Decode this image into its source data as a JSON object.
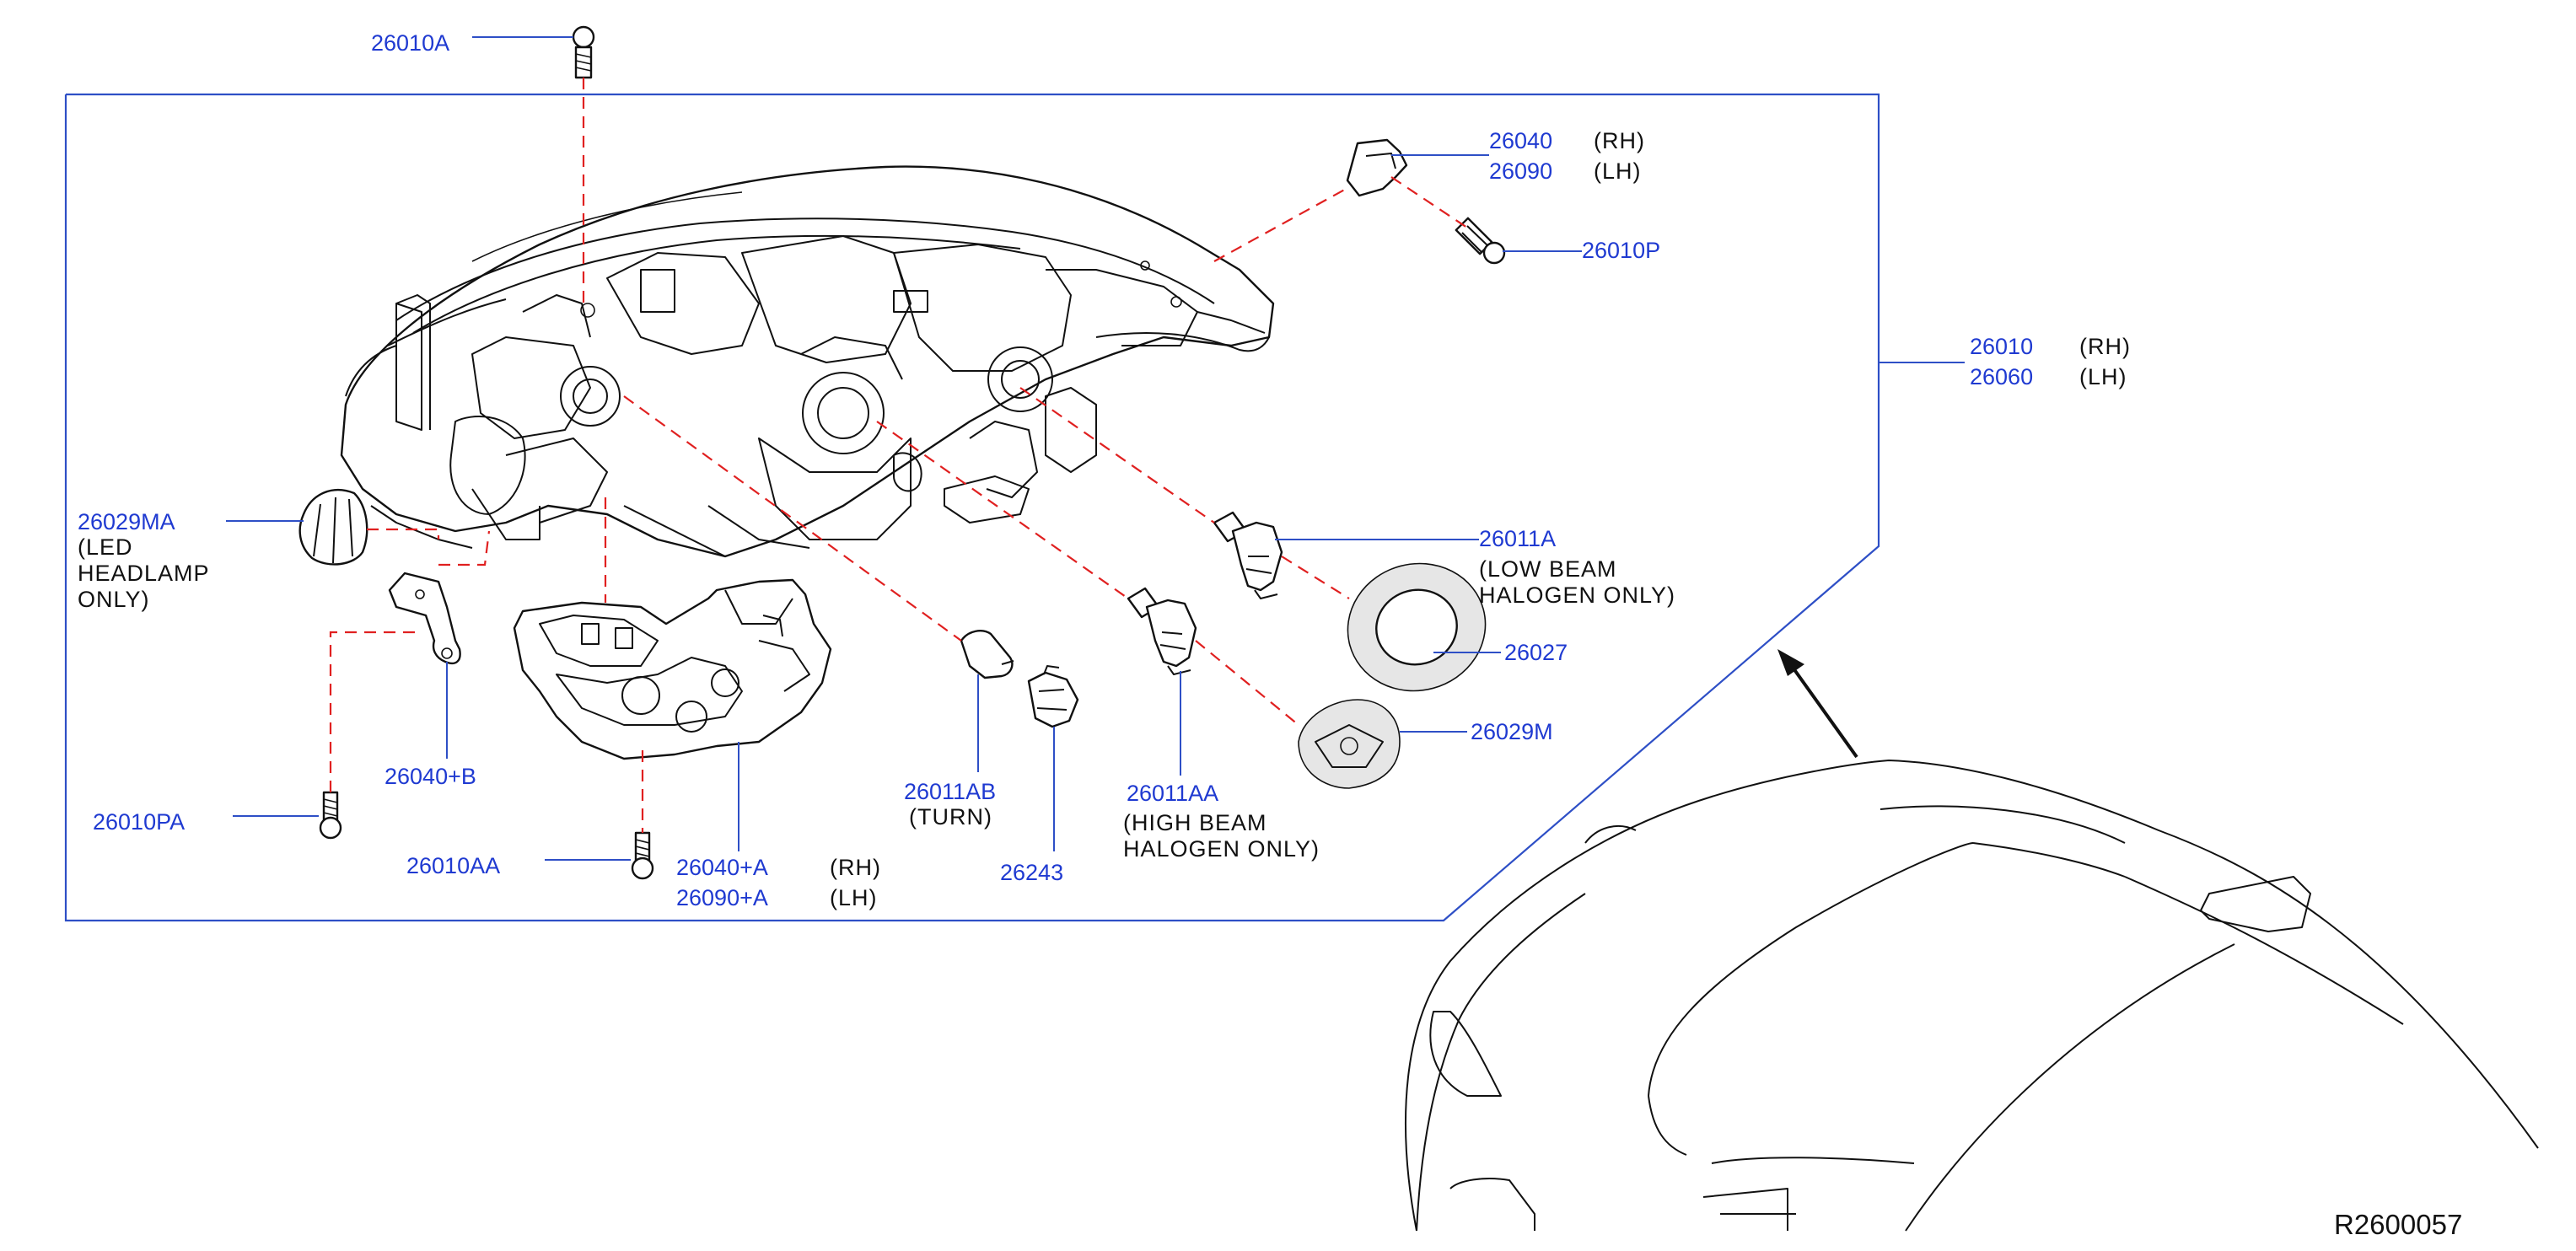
{
  "diagram_id": "R2600057",
  "labels": {
    "l_26010A": "26010A",
    "l_26040": "26040",
    "l_26040_rh": "(RH)",
    "l_26090": "26090",
    "l_26090_lh": "(LH)",
    "l_26010P": "26010P",
    "l_26010": "26010",
    "l_26010_rh": "(RH)",
    "l_26060": "26060",
    "l_26060_lh": "(LH)",
    "l_26029MA": "26029MA",
    "l_26029MA_n1": "(LED",
    "l_26029MA_n2": "HEADLAMP",
    "l_26029MA_n3": "ONLY)",
    "l_26011A": "26011A",
    "l_26011A_n1": "(LOW   BEAM",
    "l_26011A_n2": "HALOGEN   ONLY)",
    "l_26027": "26027",
    "l_26029M": "26029M",
    "l_26040B": "26040+B",
    "l_26011AB": "26011AB",
    "l_26011AB_n": "(TURN)",
    "l_26011AA": "26011AA",
    "l_26011AA_n1": "(HIGH   BEAM",
    "l_26011AA_n2": "HALOGEN   ONLY)",
    "l_26010PA": "26010PA",
    "l_26010AA": "26010AA",
    "l_26040A": "26040+A",
    "l_26040A_rh": "(RH)",
    "l_26090A": "26090+A",
    "l_26090A_lh": "(LH)",
    "l_26243": "26243"
  },
  "colors": {
    "part_label": "#1f3ad1",
    "leader_line": "#2e4fc6",
    "dashed_guide": "#e02020",
    "outline": "#111111"
  }
}
